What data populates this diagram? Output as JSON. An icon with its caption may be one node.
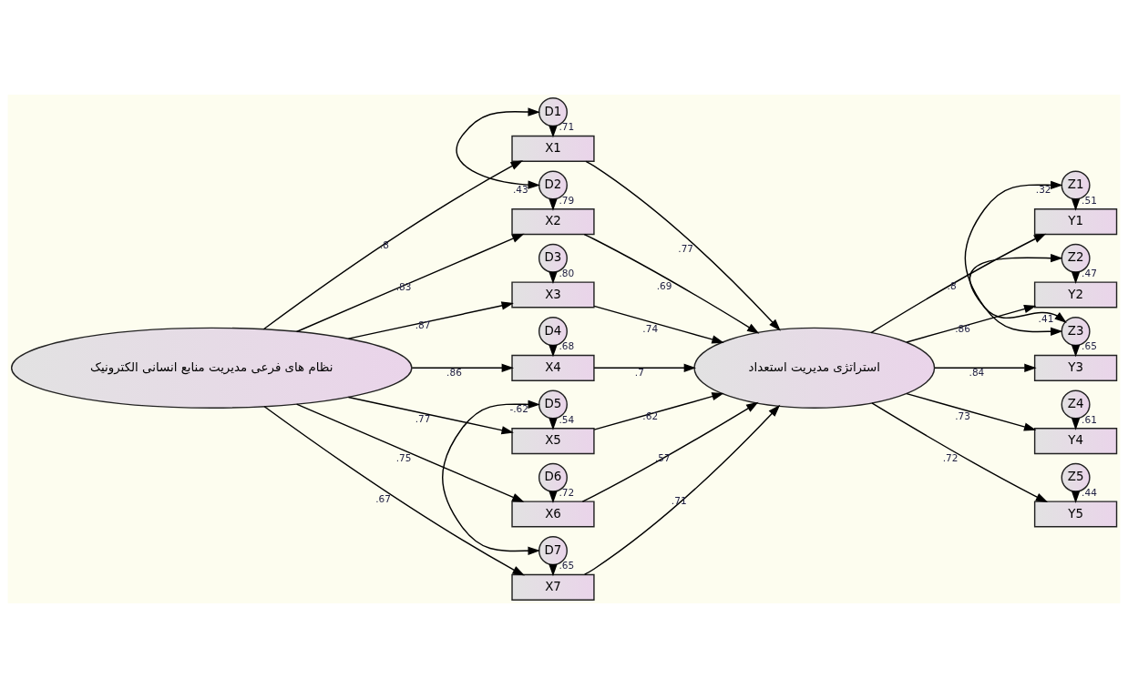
{
  "diagram": {
    "nodes": [
      {
        "text": [
          "نظام های فرعی مدیریت منابع انسانی الکترونیک"
        ]
      },
      {
        "text": [
          "D1"
        ]
      },
      {
        "text": [
          "X1"
        ]
      },
      {
        "text": [
          "D2"
        ]
      },
      {
        "text": [
          "X2"
        ]
      },
      {
        "text": [
          "D3"
        ]
      },
      {
        "text": [
          "X3"
        ]
      },
      {
        "text": [
          "D4"
        ]
      },
      {
        "text": [
          "X4"
        ]
      },
      {
        "text": [
          "D5"
        ]
      },
      {
        "text": [
          "X5"
        ]
      },
      {
        "text": [
          "D6"
        ]
      },
      {
        "text": [
          "X6"
        ]
      },
      {
        "text": [
          "D7"
        ]
      },
      {
        "text": [
          "X7"
        ]
      },
      {
        "text": [
          "استراتژی مدیریت استعداد"
        ]
      },
      {
        "text": [
          "Z1"
        ]
      },
      {
        "text": [
          "Y1"
        ]
      },
      {
        "text": [
          "Z2"
        ]
      },
      {
        "text": [
          "Y2"
        ]
      },
      {
        "text": [
          "Z3"
        ]
      },
      {
        "text": [
          "Y3"
        ]
      },
      {
        "text": [
          "Z4"
        ]
      },
      {
        "text": [
          "Y4"
        ]
      },
      {
        "text": [
          "Z5"
        ]
      },
      {
        "text": [
          "Y5"
        ]
      }
    ],
    "edges": [
      {
        "from": 1,
        "to": 2,
        "arrow": "to",
        "label": ".71"
      },
      {
        "from": 3,
        "to": 4,
        "arrow": "to",
        "label": ".79"
      },
      {
        "from": 5,
        "to": 6,
        "arrow": "to",
        "label": ".80"
      },
      {
        "from": 7,
        "to": 8,
        "arrow": "to",
        "label": ".68"
      },
      {
        "from": 9,
        "to": 10,
        "arrow": "to",
        "label": ".54"
      },
      {
        "from": 11,
        "to": 12,
        "arrow": "to",
        "label": ".72"
      },
      {
        "from": 13,
        "to": 14,
        "arrow": "to",
        "label": ".65"
      },
      {
        "from": 1,
        "to": 3,
        "arrow": "both",
        "label": ".43"
      },
      {
        "from": 9,
        "to": 13,
        "arrow": "both",
        "label": "-.62"
      },
      {
        "from": 0,
        "to": 2,
        "arrow": "to",
        "label": ".8"
      },
      {
        "from": 0,
        "to": 4,
        "arrow": "to",
        "label": ".83"
      },
      {
        "from": 0,
        "to": 6,
        "arrow": "to",
        "label": ".87"
      },
      {
        "from": 0,
        "to": 8,
        "arrow": "to",
        "label": ".86"
      },
      {
        "from": 0,
        "to": 10,
        "arrow": "to",
        "label": ".77"
      },
      {
        "from": 0,
        "to": 12,
        "arrow": "to",
        "label": ".75"
      },
      {
        "from": 0,
        "to": 14,
        "arrow": "to",
        "label": ".67"
      },
      {
        "from": 2,
        "to": 15,
        "arrow": "to",
        "label": ".77"
      },
      {
        "from": 4,
        "to": 15,
        "arrow": "to",
        "label": ".69"
      },
      {
        "from": 6,
        "to": 15,
        "arrow": "to",
        "label": ".74"
      },
      {
        "from": 8,
        "to": 15,
        "arrow": "to",
        "label": ".7"
      },
      {
        "from": 10,
        "to": 15,
        "arrow": "to",
        "label": ".62"
      },
      {
        "from": 12,
        "to": 15,
        "arrow": "to",
        "label": ".57"
      },
      {
        "from": 14,
        "to": 15,
        "arrow": "to",
        "label": ".71"
      },
      {
        "from": 15,
        "to": 17,
        "arrow": "to",
        "label": ".8"
      },
      {
        "from": 15,
        "to": 19,
        "arrow": "to",
        "label": ".86"
      },
      {
        "from": 15,
        "to": 21,
        "arrow": "to",
        "label": ".84"
      },
      {
        "from": 15,
        "to": 23,
        "arrow": "to",
        "label": ".73"
      },
      {
        "from": 15,
        "to": 25,
        "arrow": "to",
        "label": ".72"
      },
      {
        "from": 16,
        "to": 17,
        "arrow": "to",
        "label": ".51"
      },
      {
        "from": 18,
        "to": 19,
        "arrow": "to",
        "label": ".47"
      },
      {
        "from": 20,
        "to": 21,
        "arrow": "to",
        "label": ".65"
      },
      {
        "from": 22,
        "to": 23,
        "arrow": "to",
        "label": ".61"
      },
      {
        "from": 24,
        "to": 25,
        "arrow": "to",
        "label": ".44"
      },
      {
        "from": 16,
        "to": 20,
        "arrow": "both",
        "label": ".32"
      },
      {
        "from": 18,
        "to": 20,
        "arrow": "both",
        "label": ".41"
      }
    ]
  }
}
